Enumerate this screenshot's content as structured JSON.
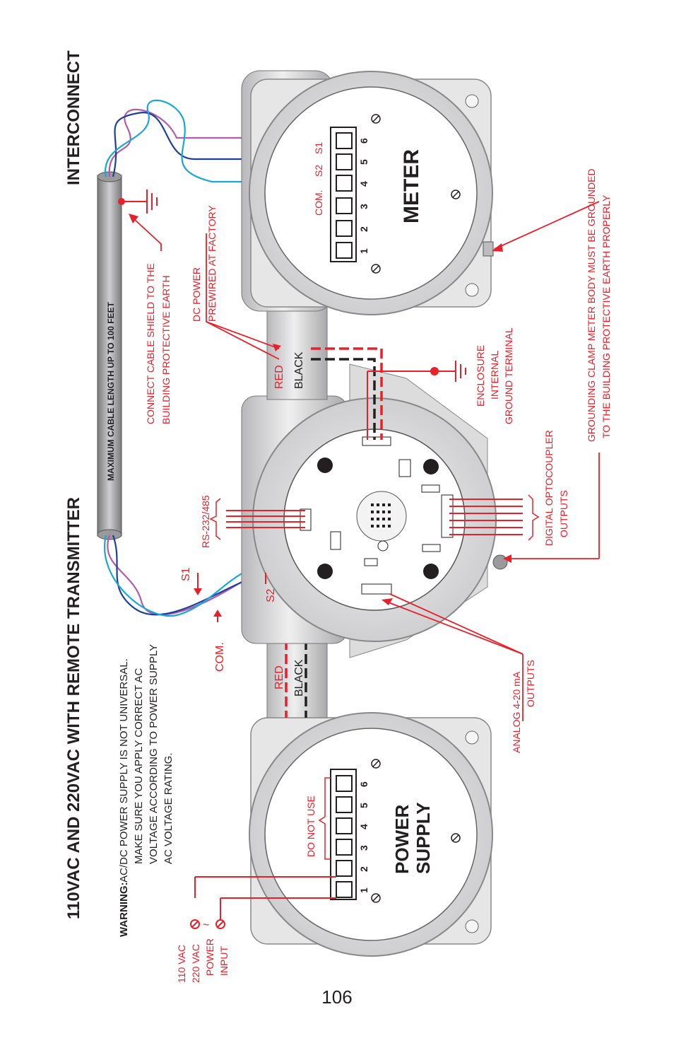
{
  "title_left": "110VAC AND 220VAC WITH REMOTE TRANSMITTER",
  "title_right": "INTERCONNECT",
  "warning": {
    "label": "WARNING:",
    "lines": [
      "AC/DC POWER SUPPLY IS NOT UNIVERSAL.",
      "MAKE SURE YOU APPLY CORRECT AC",
      "VOLTAGE ACCORDING TO POWER SUPPLY",
      "AC VOLTAGE RATING."
    ]
  },
  "cable_label": "MAXIMUM CABLE LENGTH UP TO 100 FEET",
  "power_input": [
    "110 VAC",
    "220 VAC",
    "POWER",
    "INPUT"
  ],
  "power_supply": {
    "name_line1": "POWER",
    "name_line2": "SUPPLY",
    "terminals": [
      "1",
      "2",
      "3",
      "4",
      "5",
      "6"
    ],
    "do_not_use": "DO NOT USE"
  },
  "meter": {
    "name": "METER",
    "terminals": [
      "1",
      "2",
      "3",
      "4",
      "5",
      "6"
    ],
    "com": "COM.",
    "s2": "S2",
    "s1": "S1"
  },
  "wire_labels": {
    "red": "RED",
    "black": "BLACK",
    "s1": "S1",
    "s2": "S2",
    "com": "COM."
  },
  "annotations": {
    "shield_line1": "CONNECT CABLE SHIELD TO THE",
    "shield_line2": "BUILDING PROTECTIVE EARTH",
    "dc_line1": "DC POWER",
    "dc_line2": "PREWIRED AT FACTORY",
    "enclosure": [
      "ENCLOSURE",
      "INTERNAL",
      "GROUND TERMINAL"
    ],
    "rs232": "RS-232/485",
    "digital_line1": "DIGITAL OPTOCOUPLER",
    "digital_line2": "OUTPUTS",
    "analog_line1": "ANALOG 4-20 mA",
    "analog_line2": "OUTPUTS",
    "grounding_line1": "GROUNDING CLAMP METER BODY MUST BE GROUNDED",
    "grounding_line2": "TO THE BUILDING PROTECTIVE EARTH PROPERLY"
  },
  "page_number": "106",
  "colors": {
    "red": "#e8202a",
    "black": "#231f20",
    "purple": "#b05ca8",
    "blue": "#1f3f9c",
    "cyan": "#19a7d8",
    "housing": "#d6d6d8"
  }
}
